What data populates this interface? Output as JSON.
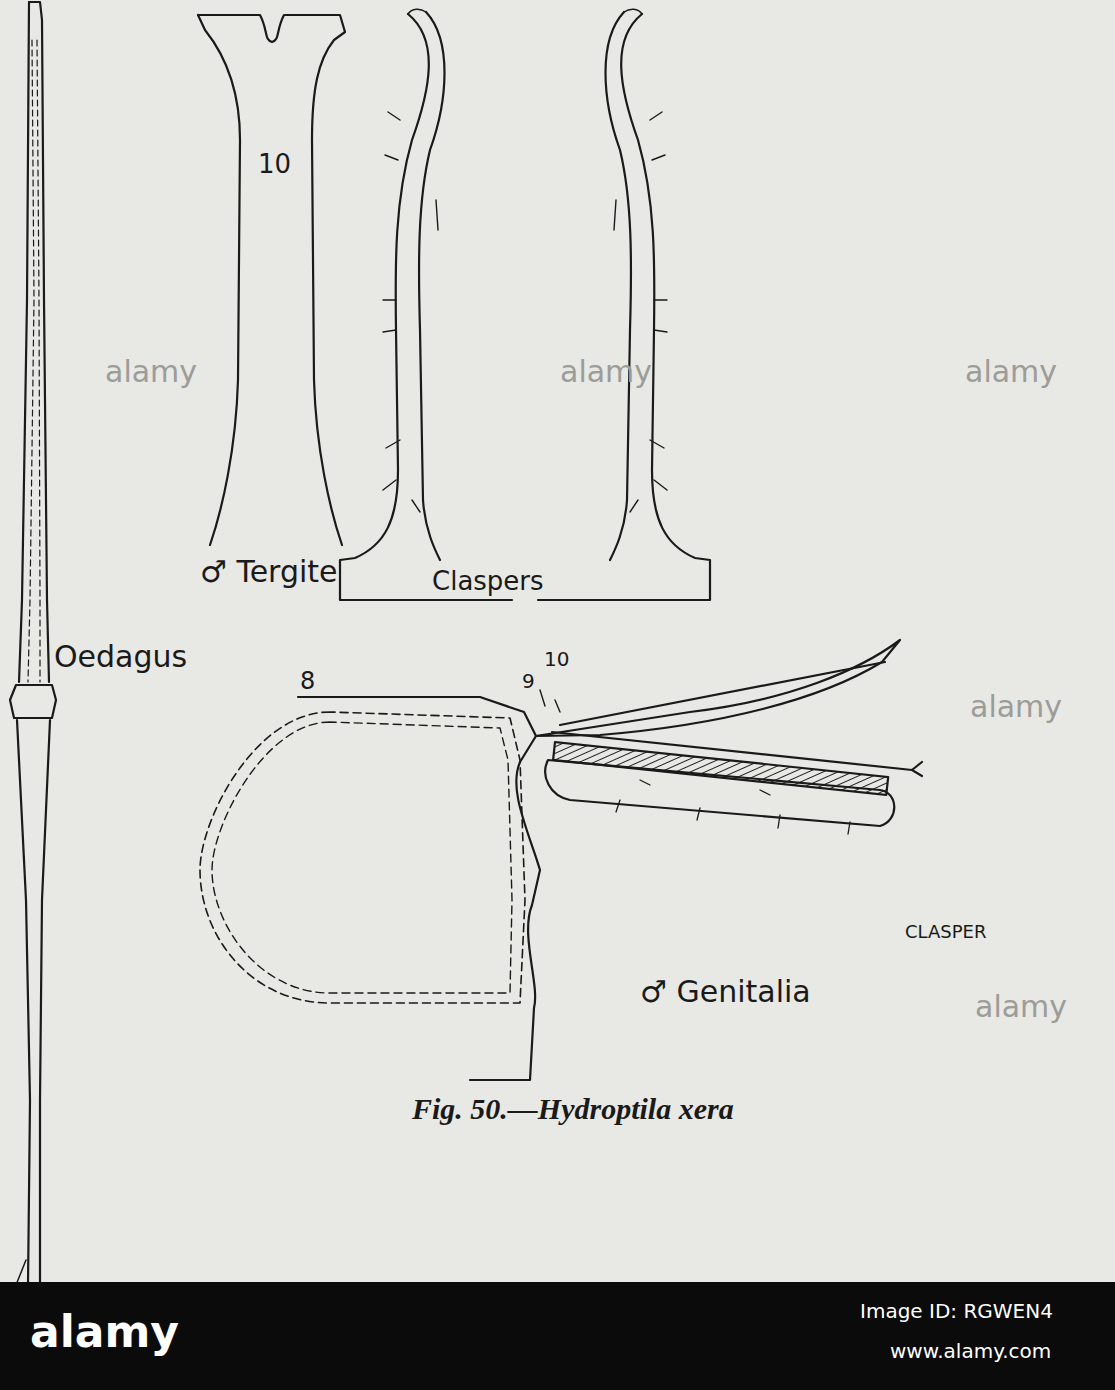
{
  "diagram": {
    "caption": "Fig. 50.—Hydroptila xera",
    "labels": [
      "10",
      "♂ Tergite",
      "Claspers",
      "Oedagus",
      "8",
      "9",
      "10",
      "CLASPER",
      "♂ Genitalia",
      "alamy",
      "alamy",
      "alamy",
      "alamy",
      "alamy",
      "alamy",
      "Image ID: RGWEN4",
      "www.alamy.com"
    ]
  }
}
